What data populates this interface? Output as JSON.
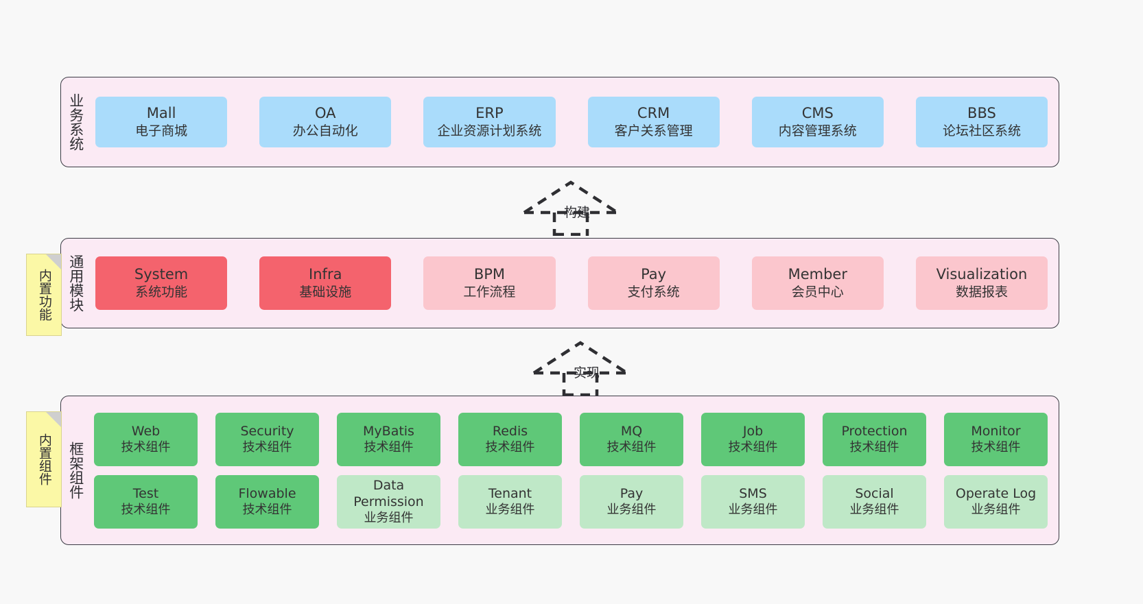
{
  "diagram": {
    "background_color": "#f8f8f8",
    "layer_fill": "#fbeaf4",
    "layer_border": "#3b3b44"
  },
  "layers": [
    {
      "id": "business",
      "title": "业务系统",
      "card_color": "#aadcfb",
      "cards": [
        {
          "name": "Mall",
          "desc": "电子商城"
        },
        {
          "name": "OA",
          "desc": "办公自动化"
        },
        {
          "name": "ERP",
          "desc": "企业资源计划系统"
        },
        {
          "name": "CRM",
          "desc": "客户关系管理"
        },
        {
          "name": "CMS",
          "desc": "内容管理系统"
        },
        {
          "name": "BBS",
          "desc": "论坛社区系统"
        }
      ]
    },
    {
      "id": "modules",
      "title": "通用模块",
      "card_color_primary": "#f4636d",
      "card_color_secondary": "#fbc6cd",
      "cards": [
        {
          "name": "System",
          "desc": "系统功能",
          "variant": "primary"
        },
        {
          "name": "Infra",
          "desc": "基础设施",
          "variant": "primary"
        },
        {
          "name": "BPM",
          "desc": "工作流程",
          "variant": "secondary"
        },
        {
          "name": "Pay",
          "desc": "支付系统",
          "variant": "secondary"
        },
        {
          "name": "Member",
          "desc": "会员中心",
          "variant": "secondary"
        },
        {
          "name": "Visualization",
          "desc": "数据报表",
          "variant": "secondary"
        }
      ]
    },
    {
      "id": "framework",
      "title": "框架组件",
      "card_color_tech": "#5fc878",
      "card_color_biz": "#bfe8c7",
      "row1": [
        {
          "name": "Web",
          "desc": "技术组件",
          "variant": "tech"
        },
        {
          "name": "Security",
          "desc": "技术组件",
          "variant": "tech"
        },
        {
          "name": "MyBatis",
          "desc": "技术组件",
          "variant": "tech"
        },
        {
          "name": "Redis",
          "desc": "技术组件",
          "variant": "tech"
        },
        {
          "name": "MQ",
          "desc": "技术组件",
          "variant": "tech"
        },
        {
          "name": "Job",
          "desc": "技术组件",
          "variant": "tech"
        },
        {
          "name": "Protection",
          "desc": "技术组件",
          "variant": "tech"
        },
        {
          "name": "Monitor",
          "desc": "技术组件",
          "variant": "tech"
        }
      ],
      "row2": [
        {
          "name": "Test",
          "desc": "技术组件",
          "variant": "tech"
        },
        {
          "name": "Flowable",
          "desc": "技术组件",
          "variant": "tech"
        },
        {
          "name": "Data Permission",
          "desc": "业务组件",
          "variant": "biz"
        },
        {
          "name": "Tenant",
          "desc": "业务组件",
          "variant": "biz"
        },
        {
          "name": "Pay",
          "desc": "业务组件",
          "variant": "biz"
        },
        {
          "name": "SMS",
          "desc": "业务组件",
          "variant": "biz"
        },
        {
          "name": "Social",
          "desc": "业务组件",
          "variant": "biz"
        },
        {
          "name": "Operate Log",
          "desc": "业务组件",
          "variant": "biz"
        }
      ]
    }
  ],
  "notes": [
    {
      "id": "note-functions",
      "text": "内置功能",
      "color": "#fbf8a6"
    },
    {
      "id": "note-components",
      "text": "内置组件",
      "color": "#fbf8a6"
    }
  ],
  "arrows": [
    {
      "id": "arrow-build",
      "label": "构建",
      "style": "dashed-hollow-triangle"
    },
    {
      "id": "arrow-implement",
      "label": "实现",
      "style": "dashed-hollow-triangle"
    }
  ]
}
